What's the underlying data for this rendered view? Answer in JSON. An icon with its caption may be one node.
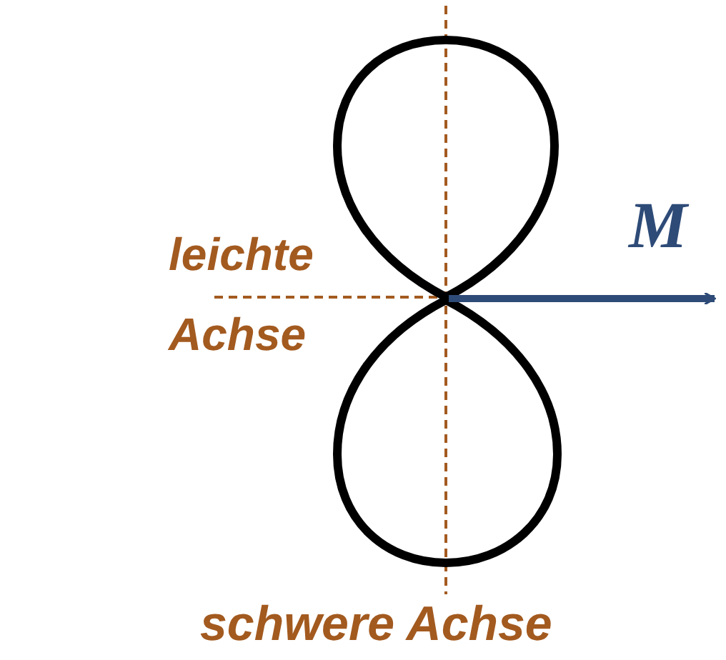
{
  "diagram": {
    "labels": [
      "M",
      "leichte Achse",
      "schwere Achse"
    ]
  }
}
